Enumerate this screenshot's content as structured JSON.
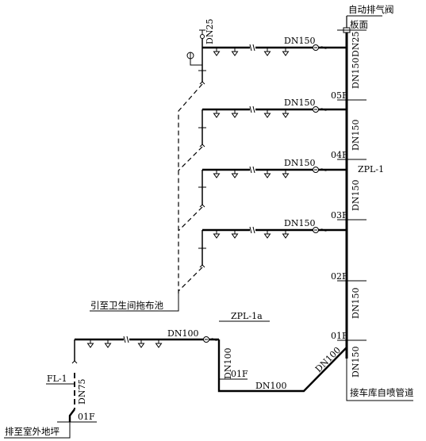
{
  "labels": {
    "auto_vent_valve": "自动排气阀",
    "roof": "板面",
    "dn25_top": "DN25",
    "dn25_vent": "DN25",
    "zpl1": "ZPL-1",
    "zpl1a": "ZPL-1a",
    "fl1": "FL-1",
    "dn75": "DN75",
    "to_mop_sink": "引至卫生间拖布池",
    "to_outdoor": "排至室外地坪",
    "to_garage": "接车库自喷管道",
    "floors": [
      "05F",
      "04F",
      "03F",
      "02F",
      "01F"
    ],
    "floor_01_riser": "01F",
    "floor_01_zpl1a": "01F",
    "floor_01_fl1": "01F",
    "branch_dn150": [
      "DN150",
      "DN150",
      "DN150",
      "DN150"
    ],
    "riser_dn150": [
      "DN150",
      "DN150",
      "DN150",
      "DN150",
      "DN150"
    ],
    "dn100_branch": "DN100",
    "dn100_vertical": "DN100",
    "dn100_horizontal": "DN100",
    "dn100_diagonal": "DN100"
  },
  "colors": {
    "line": "#000000",
    "background": "#ffffff"
  }
}
